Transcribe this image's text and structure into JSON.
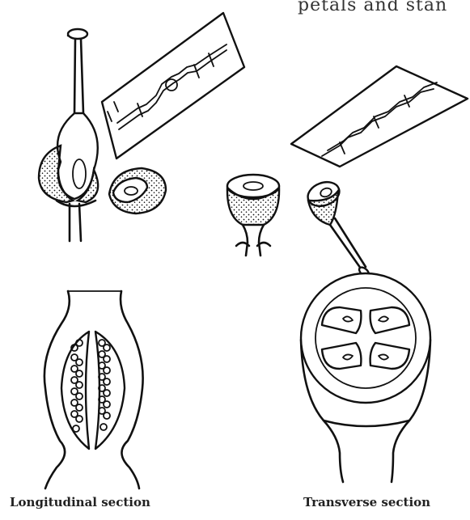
{
  "header_fragment": "petals and stan",
  "captions": {
    "longitudinal": "Longitudinal section",
    "transverse": "Transverse section"
  },
  "colors": {
    "ink": "#111111",
    "paper": "#ffffff"
  },
  "icons": [
    "razor-blade-icon",
    "flower-pistil-icon",
    "ovary-section-icon"
  ]
}
